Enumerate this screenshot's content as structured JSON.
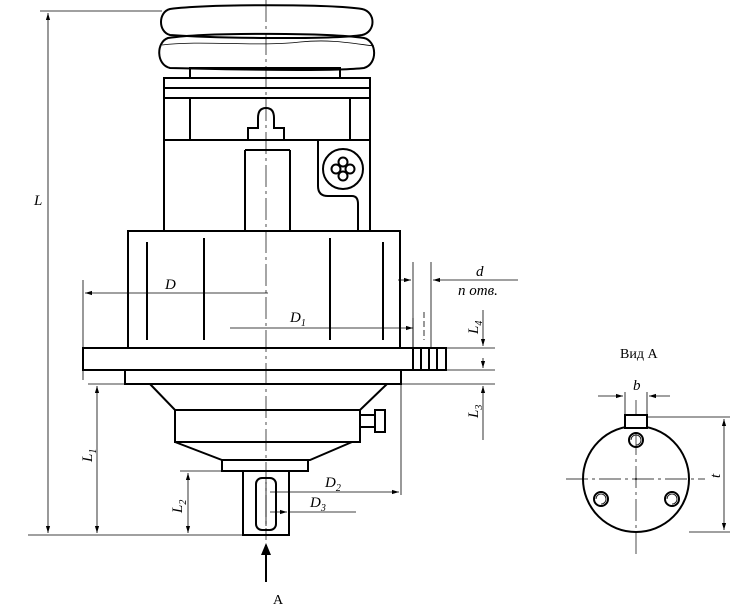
{
  "labels": {
    "L": "L",
    "L1": {
      "main": "L",
      "sub": "1"
    },
    "L2": {
      "main": "L",
      "sub": "2"
    },
    "L3": {
      "main": "L",
      "sub": "3"
    },
    "L4": {
      "main": "L",
      "sub": "4"
    },
    "D": "D",
    "D1": {
      "main": "D",
      "sub": "1"
    },
    "D2": {
      "main": "D",
      "sub": "2"
    },
    "D3": {
      "main": "D",
      "sub": "3"
    },
    "d": "d",
    "n_holes": "n отв.",
    "view_arrow": "A",
    "view_title": "Вид А",
    "b": "b",
    "t": "t"
  }
}
